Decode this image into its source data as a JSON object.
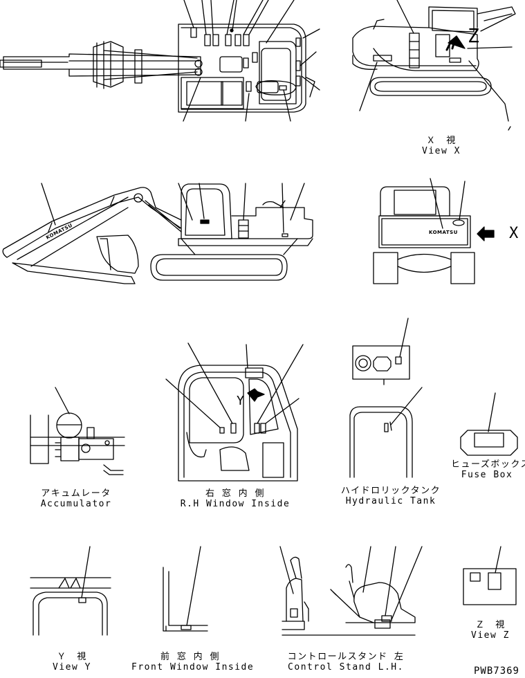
{
  "views": {
    "x": {
      "jp": "Ｘ　視",
      "en": "View X"
    },
    "accumulator": {
      "jp": "アキュムレータ",
      "en": "Accumulator"
    },
    "rh_window": {
      "jp": "右 窓 内 側",
      "en": "R.H Window Inside"
    },
    "hydraulic_tank": {
      "jp": "ハイドロリックタンク",
      "en": "Hydraulic Tank"
    },
    "fuse_box": {
      "jp": "ヒューズボックス",
      "en": "Fuse Box"
    },
    "y": {
      "jp": "Ｙ　視",
      "en": "View Y"
    },
    "front_window": {
      "jp": "前 窓 内 側",
      "en": "Front Window Inside"
    },
    "control_stand": {
      "jp": "コントロールスタンド 左",
      "en": "Control Stand L.H."
    },
    "z": {
      "jp": "Ｚ　視",
      "en": "View Z"
    }
  },
  "markers": {
    "x": "X",
    "z": "Z",
    "y": "Y"
  },
  "logo_text": "KOMATSU",
  "drawing_code": "PWB7369"
}
